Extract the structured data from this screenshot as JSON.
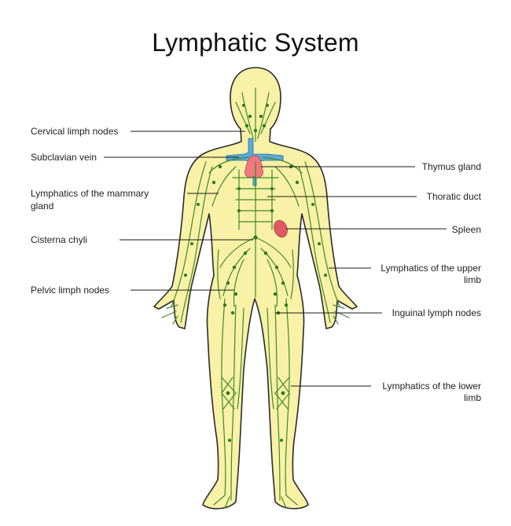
{
  "title": "Lymphatic System",
  "colors": {
    "skin": "#f8f1a6",
    "outline": "#2b2b2b",
    "lymph": "#3f8a2a",
    "node": "#2f7a22",
    "vein": "#5da9d8",
    "thymus": "#f0787f",
    "spleen": "#e05a66"
  },
  "labels_left": {
    "cervical": "Cervical limph nodes",
    "subclavian": "Subclavian vein",
    "mammary_1": "Lymphatics of the mammary",
    "mammary_2": "gland",
    "cisterna": "Cisterna chyli",
    "pelvic": "Pelvic limph nodes"
  },
  "labels_right": {
    "thymus": "Thymus gland",
    "thoracic": "Thoratic duct",
    "spleen": "Spleen",
    "upper_1": "Lymphatics of the upper",
    "upper_2": "limb",
    "inguinal": "Inguinal lymph nodes",
    "lower_1": "Lymphatics of the lower",
    "lower_2": "limb"
  }
}
